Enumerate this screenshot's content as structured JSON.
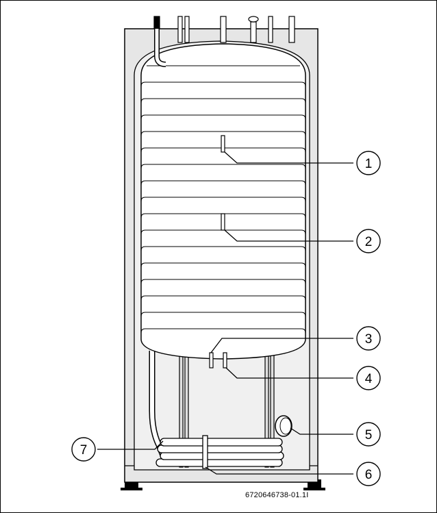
{
  "figure": {
    "id": "6720646738-01.1I"
  },
  "callouts": [
    "1",
    "2",
    "3",
    "4",
    "5",
    "6",
    "7"
  ],
  "colors": {
    "housing": "#e6e6e6",
    "tank": "#ffffff",
    "outline": "#000000",
    "interior": "#eeeeee"
  }
}
